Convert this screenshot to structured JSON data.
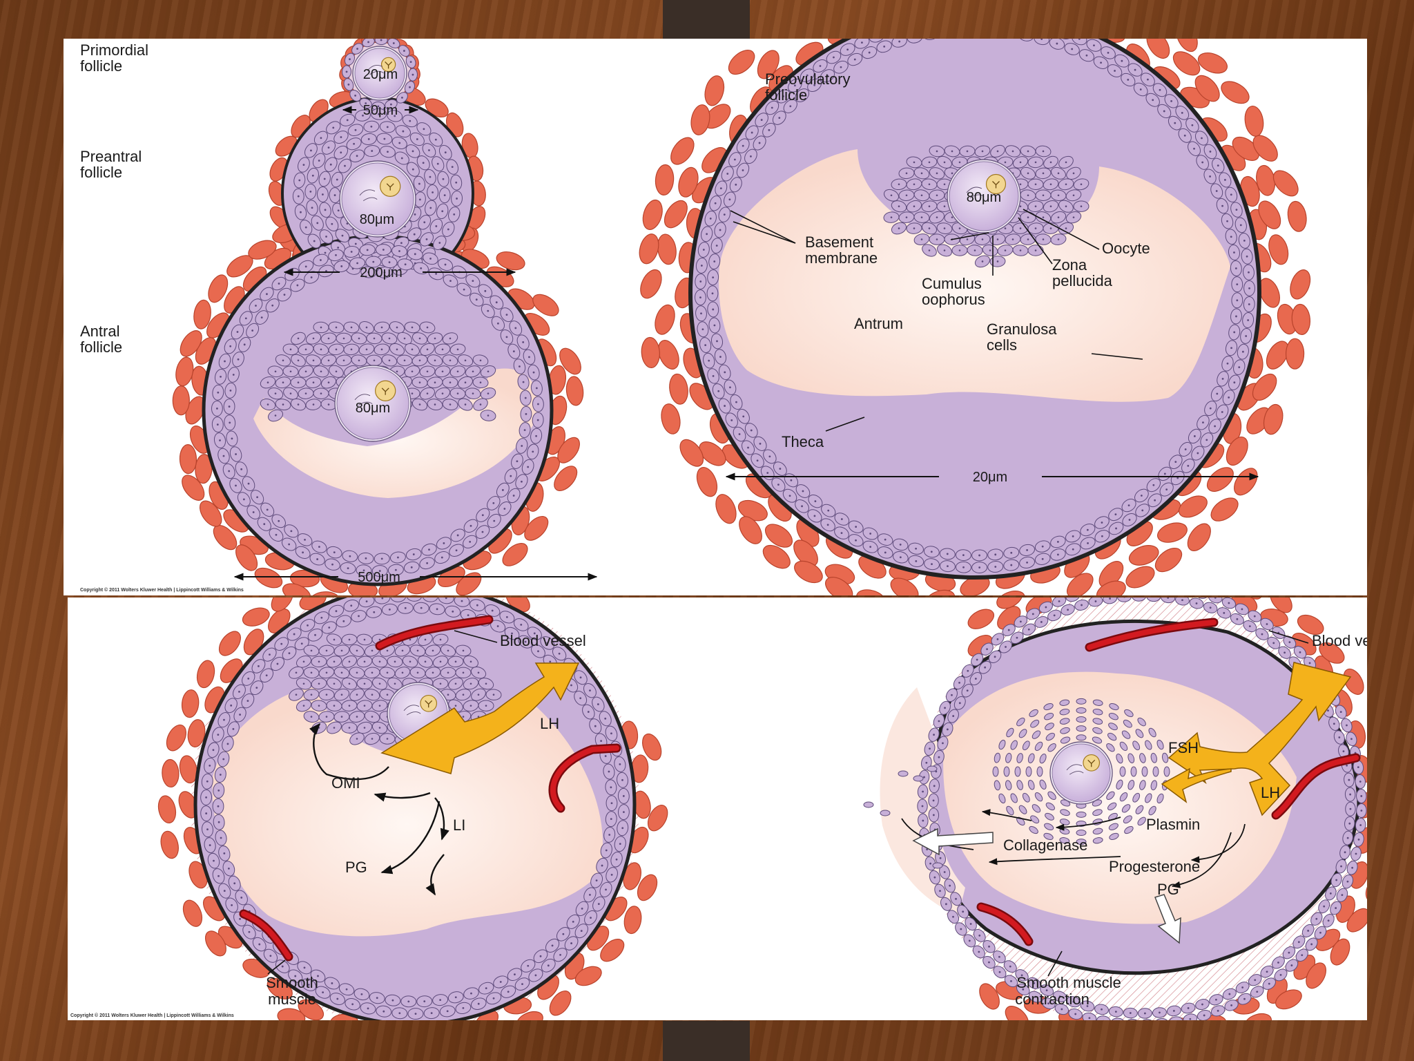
{
  "colors": {
    "theca": "#e8694f",
    "theca_edge": "#b8432c",
    "granulosa": "#c8b0d8",
    "granulosa_edge": "#5d4a7a",
    "antrum": "#fbe7df",
    "oocyte": "#d8c5e5",
    "nucleus": "#f2d690",
    "hormone_arrow": "#f4b21b",
    "blood_vessel": "#c8161c",
    "wood": "#7a421e",
    "slat": "#3a2e27"
  },
  "top_panel": {
    "labels": {
      "primordial": [
        "Primordial",
        "follicle"
      ],
      "preantral": [
        "Preantral",
        "follicle"
      ],
      "antral": [
        "Antral",
        "follicle"
      ],
      "preovulatory": [
        "Preovulatory",
        "follicle"
      ],
      "basement": [
        "Basement",
        "membrane"
      ],
      "cumulus": [
        "Cumulus",
        "oophorus"
      ],
      "oocyte": "Oocyte",
      "zona": [
        "Zona",
        "pellucida"
      ],
      "antrum": "Antrum",
      "granulosa": [
        "Granulosa",
        "cells"
      ],
      "theca": "Theca"
    },
    "measurements": {
      "primordial_oocyte": "20μm",
      "primordial_width": "50μm",
      "preantral_oocyte": "80μm",
      "preantral_width": "200μm",
      "antral_oocyte": "80μm",
      "antral_width": "500μm",
      "preovulatory_oocyte": "80μm",
      "preovulatory_width": "20μm"
    },
    "copyright": "Copyright © 2011 Wolters Kluwer Health | Lippincott Williams & Wilkins"
  },
  "bottom_panel": {
    "left": {
      "blood_vessel": "Blood vessel",
      "lh": "LH",
      "omi": "OMI",
      "li": "LI",
      "pg": "PG",
      "smooth_muscle": [
        "Smooth",
        "muscle"
      ]
    },
    "right": {
      "blood_vessel": "Blood vessel",
      "fsh": "FSH",
      "lh": "LH",
      "plasmin": "Plasmin",
      "collagenase": "Collagenase",
      "progesterone": "Progesterone",
      "pg": "PG",
      "smooth_muscle_contraction": [
        "Smooth muscle",
        "contraction"
      ]
    },
    "copyright": "Copyright © 2011 Wolters Kluwer Health | Lippincott Williams & Wilkins"
  }
}
